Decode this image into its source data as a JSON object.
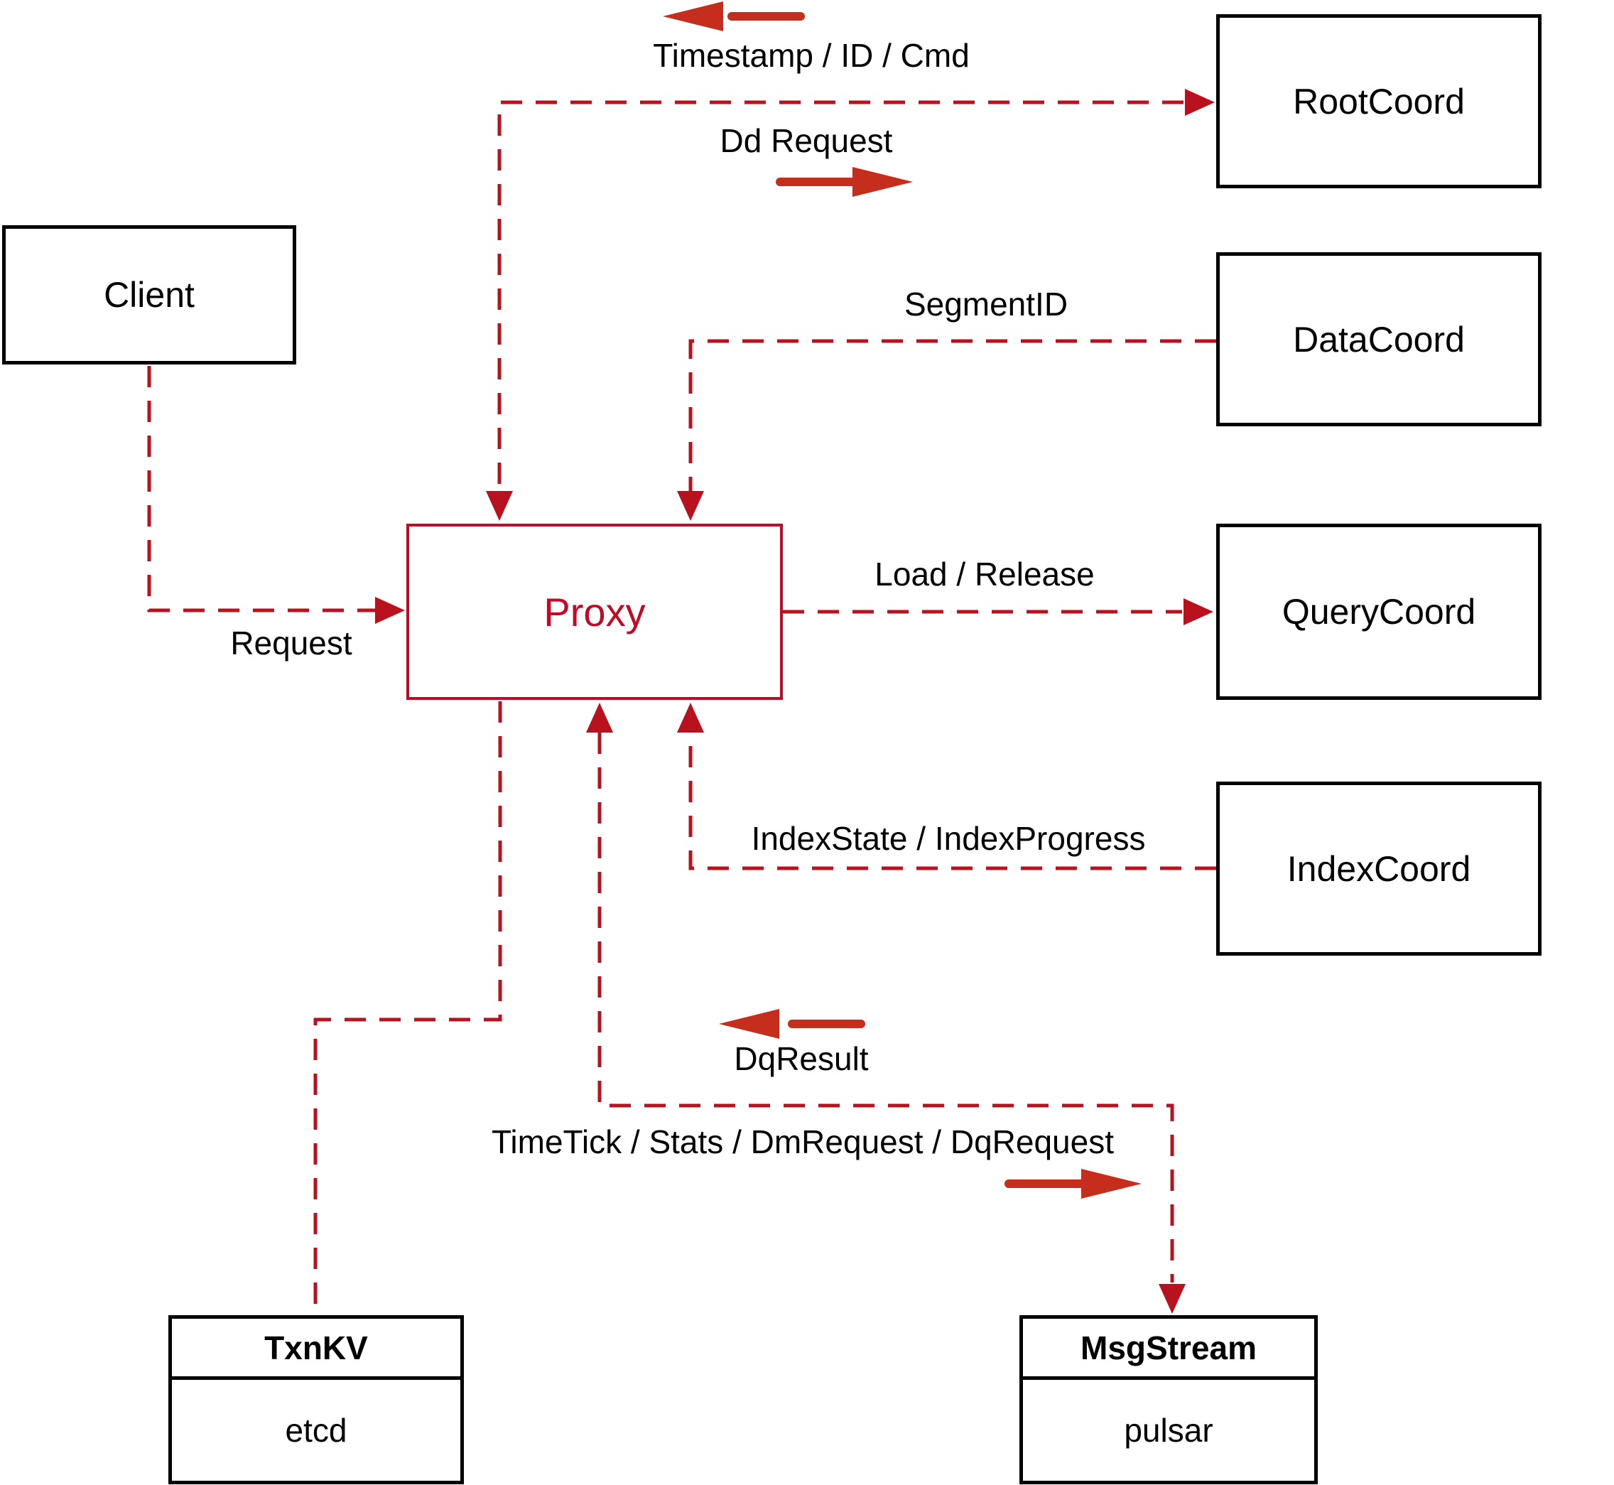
{
  "nodes": {
    "client": {
      "label": "Client"
    },
    "proxy": {
      "label": "Proxy"
    },
    "root_coord": {
      "label": "RootCoord"
    },
    "data_coord": {
      "label": "DataCoord"
    },
    "query_coord": {
      "label": "QueryCoord"
    },
    "index_coord": {
      "label": "IndexCoord"
    },
    "txn_kv": {
      "title": "TxnKV",
      "implementation": "etcd"
    },
    "msg_stream": {
      "title": "MsgStream",
      "implementation": "pulsar"
    }
  },
  "edges": {
    "timestamp_id_cmd": {
      "text": "Timestamp / ID / Cmd",
      "direction_arrow": "left"
    },
    "dd_request": {
      "text": "Dd Request",
      "direction_arrow": "right"
    },
    "segment_id": {
      "text": "SegmentID"
    },
    "request": {
      "text": "Request"
    },
    "load_release": {
      "text": "Load / Release"
    },
    "index_state_progress": {
      "text": "IndexState / IndexProgress"
    },
    "dq_result": {
      "text": "DqResult",
      "direction_arrow": "left"
    },
    "timetick_stats_dm_dq": {
      "text": "TimeTick / Stats / DmRequest / DqRequest",
      "direction_arrow": "right"
    }
  },
  "colors": {
    "dashed_line": "#b9121f",
    "solid_arrow": "#c52d1c",
    "proxy_accent": "#c00a26",
    "node_border": "#000000",
    "text": "#000000"
  }
}
